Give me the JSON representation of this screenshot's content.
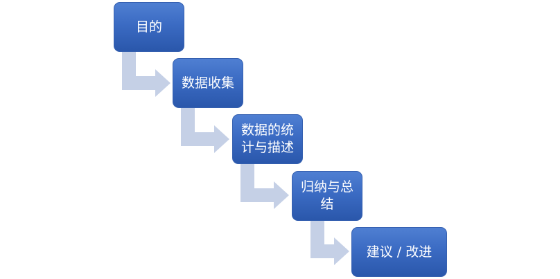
{
  "diagram": {
    "steps": [
      {
        "label": "目的"
      },
      {
        "label": "数据收集"
      },
      {
        "label": "数据的统\n计与描述"
      },
      {
        "label": "归纳与总结"
      },
      {
        "label": "建议 / 改进"
      }
    ],
    "colors": {
      "box_top": "#4f7fd2",
      "box_bottom": "#2a57ab",
      "box_text": "#ffffff",
      "connector": "#c5d0e6"
    }
  }
}
